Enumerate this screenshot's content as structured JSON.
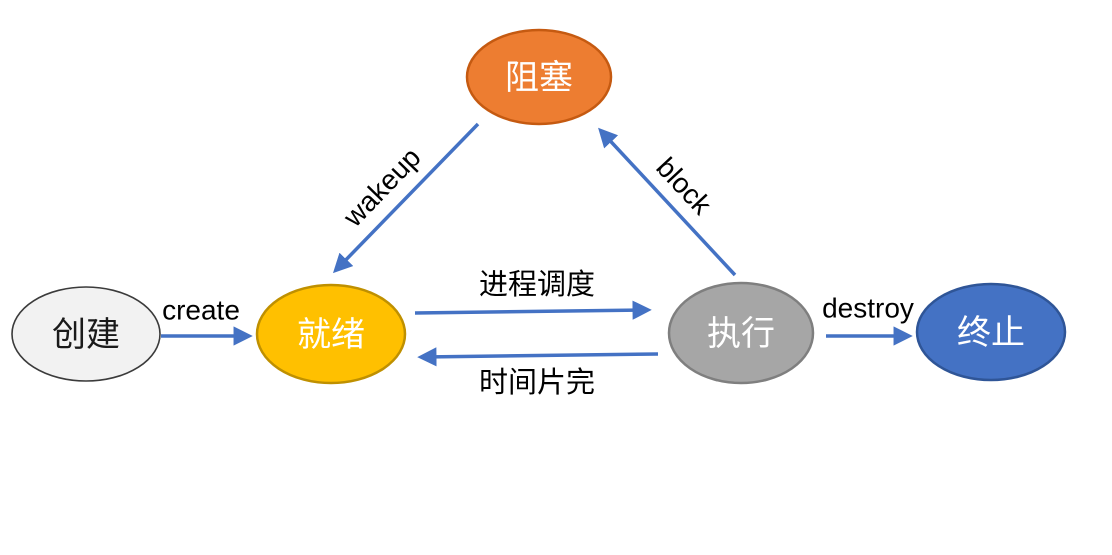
{
  "diagram": {
    "background": "#ffffff",
    "arrow_color": "#4472C4",
    "label_color": "#000000"
  },
  "nodes": {
    "create": {
      "label": "创建",
      "fill": "#F2F2F2",
      "border": "#3B3B3B",
      "text_color": "#1a1a1a"
    },
    "ready": {
      "label": "就绪",
      "fill": "#FFC000",
      "border": "#BF9000",
      "text_color": "#ffffff"
    },
    "blocked": {
      "label": "阻塞",
      "fill": "#ED7D31",
      "border": "#C55A11",
      "text_color": "#ffffff"
    },
    "running": {
      "label": "执行",
      "fill": "#A6A6A6",
      "border": "#7F7F7F",
      "text_color": "#ffffff"
    },
    "terminated": {
      "label": "终止",
      "fill": "#4472C4",
      "border": "#2F5597",
      "text_color": "#ffffff"
    }
  },
  "edges": {
    "create": {
      "label": "create",
      "from": "create",
      "to": "ready"
    },
    "dispatch": {
      "label": "进程调度",
      "from": "ready",
      "to": "running"
    },
    "timeslice": {
      "label": "时间片完",
      "from": "running",
      "to": "ready"
    },
    "wakeup": {
      "label": "wakeup",
      "from": "blocked",
      "to": "ready"
    },
    "block": {
      "label": "block",
      "from": "running",
      "to": "blocked"
    },
    "destroy": {
      "label": "destroy",
      "from": "running",
      "to": "terminated"
    }
  }
}
